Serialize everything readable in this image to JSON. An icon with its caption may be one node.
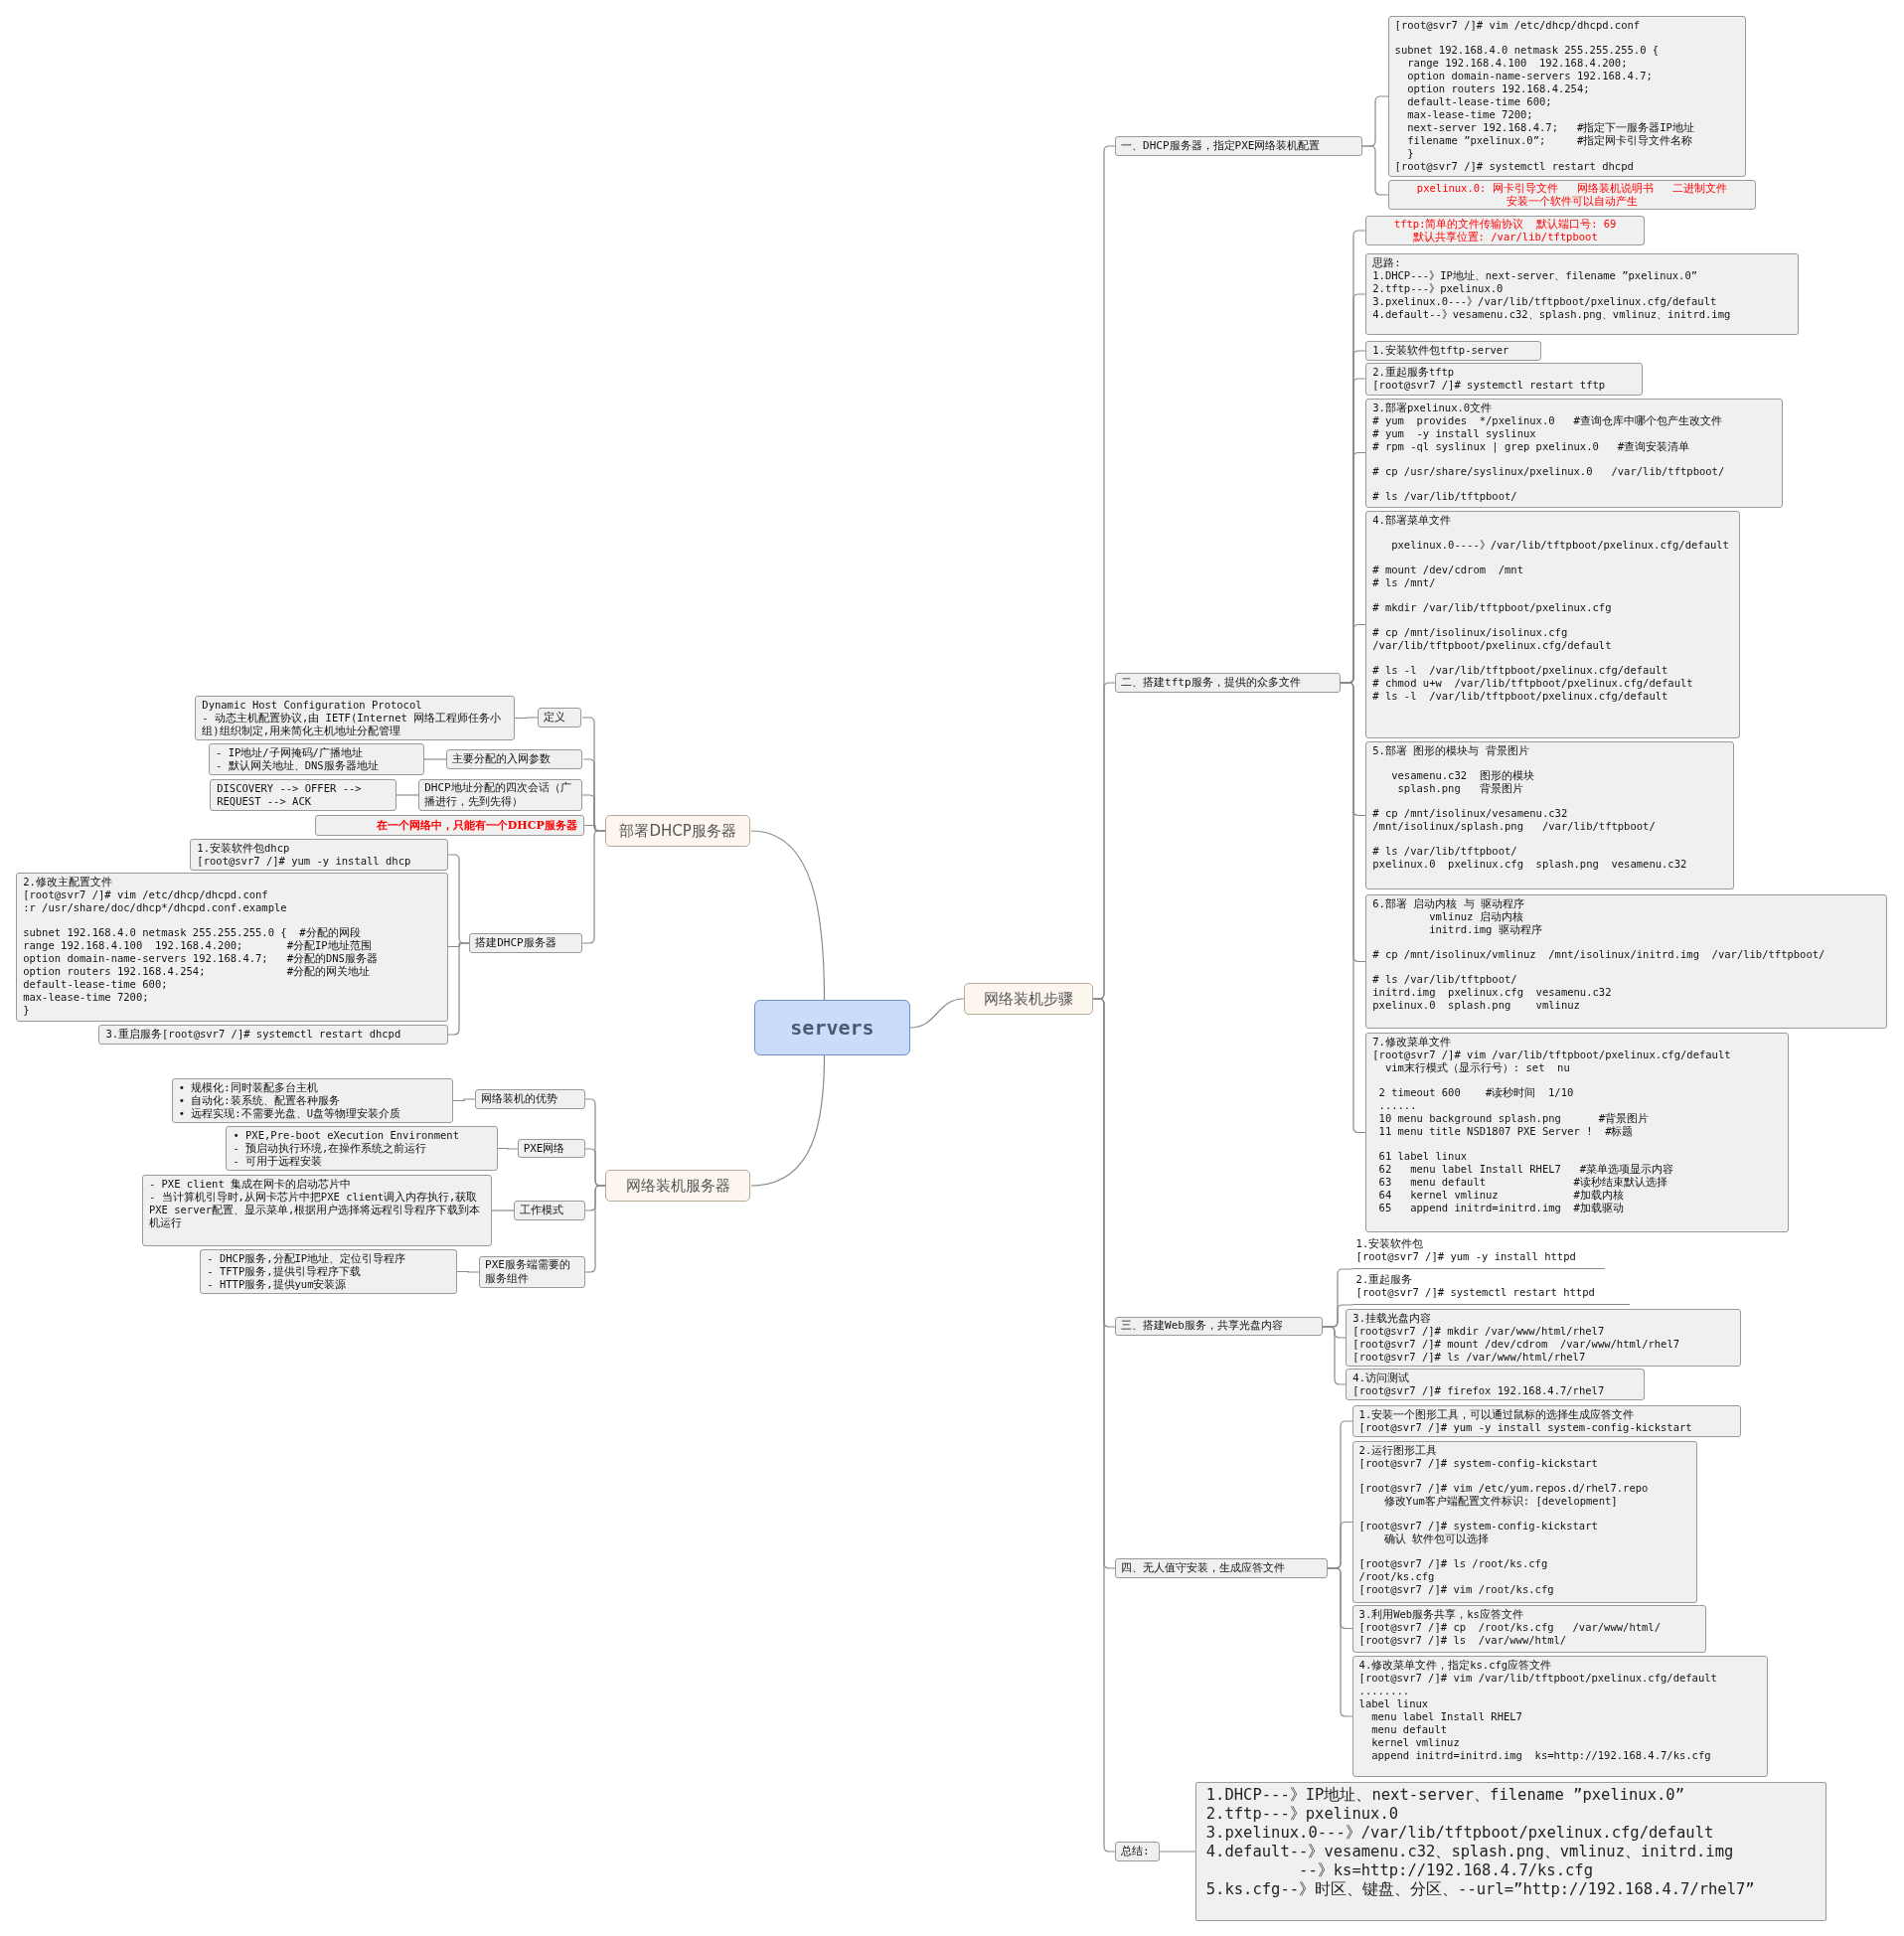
{
  "diagram": {
    "nodes": [
      {
        "text": [
          "servers"
        ]
      },
      {
        "text": [
          "部署DHCP服务器"
        ]
      },
      {
        "text": [
          "网络装机服务器"
        ]
      },
      {
        "text": [
          "网络装机步骤"
        ]
      },
      {
        "text": [
          "定义"
        ]
      },
      {
        "text": [
          "Dynamic Host Configuration Protocol",
          "- 动态主机配置协议,由 IETF(Internet 网络工程师任务小组)组织制定,用来简化主机地址分配管理"
        ]
      },
      {
        "text": [
          "主要分配的入网参数"
        ]
      },
      {
        "text": [
          "- IP地址/子网掩码/广播地址",
          "- 默认网关地址、DNS服务器地址"
        ]
      },
      {
        "text": [
          "DHCP地址分配的四次会话（广播进行，先到先得）"
        ]
      },
      {
        "text": [
          "DISCOVERY --> OFFER --> REQUEST --> ACK"
        ]
      },
      {
        "text": [
          "在一个网络中，只能有一个DHCP服务器"
        ]
      },
      {
        "text": [
          "搭建DHCP服务器"
        ]
      },
      {
        "text": [
          "1.安装软件包dhcp",
          "[root@svr7 /]# yum -y install dhcp"
        ]
      },
      {
        "text": [
          "2.修改主配置文件",
          "[root@svr7 /]# vim /etc/dhcp/dhcpd.conf",
          ":r /usr/share/doc/dhcp*/dhcpd.conf.example",
          "subnet 192.168.4.0 netmask 255.255.255.0 {  #分配的网段",
          "range 192.168.4.100  192.168.4.200;       #分配IP地址范围",
          "option domain-name-servers 192.168.4.7;   #分配的DNS服务器",
          "option routers 192.168.4.254;             #分配的网关地址",
          "default-lease-time 600;",
          "max-lease-time 7200;",
          "}"
        ]
      },
      {
        "text": [
          "3.重启服务[root@svr7 /]# systemctl restart dhcpd"
        ]
      },
      {
        "text": [
          "网络装机的优势"
        ]
      },
      {
        "text": [
          "• 规模化:同时装配多台主机",
          "• 自动化:装系统、配置各种服务",
          "• 远程实现:不需要光盘、U盘等物理安装介质"
        ]
      },
      {
        "text": [
          "PXE网络"
        ]
      },
      {
        "text": [
          "• PXE,Pre-boot eXecution Environment",
          "- 预启动执行环境,在操作系统之前运行",
          "- 可用于远程安装"
        ]
      },
      {
        "text": [
          "工作模式"
        ]
      },
      {
        "text": [
          "- PXE client 集成在网卡的启动芯片中",
          "- 当计算机引导时,从网卡芯片中把PXE client调入内存执行,获取PXE server配置、显示菜单,根据用户选择将远程引导程序下载到本机运行"
        ]
      },
      {
        "text": [
          "PXE服务端需要的服务组件"
        ]
      },
      {
        "text": [
          "- DHCP服务,分配IP地址、定位引导程序",
          "- TFTP服务,提供引导程序下载",
          "- HTTP服务,提供yum安装源"
        ]
      },
      {
        "text": [
          "一、DHCP服务器，指定PXE网络装机配置"
        ]
      },
      {
        "text": [
          "[root@svr7 /]# vim /etc/dhcp/dhcpd.conf",
          "subnet 192.168.4.0 netmask 255.255.255.0 {",
          "range 192.168.4.100  192.168.4.200;",
          "option domain-name-servers 192.168.4.7;",
          "option routers 192.168.4.254;",
          "default-lease-time 600;",
          "max-lease-time 7200;",
          "next-server 192.168.4.7;   #指定下一服务器IP地址",
          "filename ”pxelinux.0”;     #指定网卡引导文件名称",
          "}",
          "[root@svr7 /]# systemctl restart dhcpd"
        ]
      },
      {
        "text": [
          "pxelinux.0: 网卡引导文件   网络装机说明书   二进制文件",
          "安装一个软件可以自动产生"
        ]
      },
      {
        "text": [
          "二、搭建tftp服务，提供的众多文件"
        ]
      },
      {
        "text": [
          "tftp:简单的文件传输协议  默认端口号: 69",
          "默认共享位置: /var/lib/tftpboot"
        ]
      },
      {
        "text": [
          "思路:",
          "1.DHCP---》IP地址、next-server、filename ”pxelinux.0”",
          "2.tftp---》pxelinux.0",
          "3.pxelinux.0---》/var/lib/tftpboot/pxelinux.cfg/default",
          "4.default--》vesamenu.c32、splash.png、vmlinuz、initrd.img"
        ]
      },
      {
        "text": [
          "1.安装软件包tftp-server"
        ]
      },
      {
        "text": [
          "2.重起服务tftp",
          "[root@svr7 /]# systemctl restart tftp"
        ]
      },
      {
        "text": [
          "3.部署pxelinux.0文件",
          "# yum  provides  */pxelinux.0   #查询仓库中哪个包产生改文件",
          "# yum  -y install syslinux",
          "# rpm -ql syslinux | grep pxelinux.0   #查询安装清单",
          "# cp /usr/share/syslinux/pxelinux.0   /var/lib/tftpboot/",
          "# ls /var/lib/tftpboot/"
        ]
      },
      {
        "text": [
          "4.部署菜单文件",
          "pxelinux.0----》/var/lib/tftpboot/pxelinux.cfg/default",
          "# mount /dev/cdrom  /mnt",
          "# ls /mnt/",
          "# mkdir /var/lib/tftpboot/pxelinux.cfg",
          "# cp /mnt/isolinux/isolinux.cfg  /var/lib/tftpboot/pxelinux.cfg/default",
          "# ls -l  /var/lib/tftpboot/pxelinux.cfg/default",
          "# chmod u+w  /var/lib/tftpboot/pxelinux.cfg/default",
          "# ls -l  /var/lib/tftpboot/pxelinux.cfg/default"
        ]
      },
      {
        "text": [
          "5.部署 图形的模块与 背景图片",
          "vesamenu.c32  图形的模块",
          "splash.png   背景图片",
          "# cp /mnt/isolinux/vesamenu.c32  /mnt/isolinux/splash.png   /var/lib/tftpboot/",
          "# ls /var/lib/tftpboot/",
          "pxelinux.0  pxelinux.cfg  splash.png  vesamenu.c32"
        ]
      },
      {
        "text": [
          "6.部署 启动内核 与 驱动程序",
          "vmlinuz 启动内核",
          "initrd.img 驱动程序",
          "# cp /mnt/isolinux/vmlinuz  /mnt/isolinux/initrd.img  /var/lib/tftpboot/",
          "# ls /var/lib/tftpboot/",
          "initrd.img  pxelinux.cfg  vesamenu.c32",
          "pxelinux.0  splash.png    vmlinuz"
        ]
      },
      {
        "text": [
          "7.修改菜单文件",
          "[root@svr7 /]# vim /var/lib/tftpboot/pxelinux.cfg/default",
          "vim末行模式（显示行号）: set  nu",
          "2 timeout 600    #读秒时间  1/10",
          "......",
          "10 menu background splash.png      #背景图片",
          "11 menu title NSD1807 PXE Server !  #标题",
          "61 label linux",
          "62   menu label Install RHEL7   #菜单选项显示内容",
          "63   menu default              #读秒结束默认选择",
          "64   kernel vmlinuz            #加载内核",
          "65   append initrd=initrd.img  #加载驱动"
        ]
      },
      {
        "text": [
          "三、搭建Web服务，共享光盘内容"
        ]
      },
      {
        "text": [
          "1.安装软件包",
          "[root@svr7 /]# yum -y install httpd"
        ]
      },
      {
        "text": [
          "2.重起服务",
          "[root@svr7 /]# systemctl restart httpd"
        ]
      },
      {
        "text": [
          "3.挂载光盘内容",
          "[root@svr7 /]# mkdir /var/www/html/rhel7",
          "[root@svr7 /]# mount /dev/cdrom  /var/www/html/rhel7",
          "[root@svr7 /]# ls /var/www/html/rhel7"
        ]
      },
      {
        "text": [
          "4.访问测试",
          "[root@svr7 /]# firefox 192.168.4.7/rhel7"
        ]
      },
      {
        "text": [
          "四、无人值守安装，生成应答文件"
        ]
      },
      {
        "text": [
          "1.安装一个图形工具，可以通过鼠标的选择生成应答文件",
          "[root@svr7 /]# yum -y install system-config-kickstart"
        ]
      },
      {
        "text": [
          "2.运行图形工具",
          "[root@svr7 /]# system-config-kickstart",
          "[root@svr7 /]# vim /etc/yum.repos.d/rhel7.repo",
          "修改Yum客户端配置文件标识: [development]",
          "[root@svr7 /]# system-config-kickstart",
          "确认 软件包可以选择",
          "[root@svr7 /]# ls /root/ks.cfg",
          "/root/ks.cfg",
          "[root@svr7 /]# vim /root/ks.cfg"
        ]
      },
      {
        "text": [
          "3.利用Web服务共享，ks应答文件",
          "[root@svr7 /]# cp  /root/ks.cfg   /var/www/html/",
          "[root@svr7 /]# ls  /var/www/html/"
        ]
      },
      {
        "text": [
          "4.修改菜单文件，指定ks.cfg应答文件",
          "[root@svr7 /]# vim /var/lib/tftpboot/pxelinux.cfg/default",
          "........",
          "label linux",
          "menu label Install RHEL7",
          "menu default",
          "kernel vmlinuz",
          "append initrd=initrd.img  ks=http://192.168.4.7/ks.cfg"
        ]
      },
      {
        "text": [
          "总结:"
        ]
      },
      {
        "text": [
          "1.DHCP---》IP地址、next-server、filename ”pxelinux.0”",
          "2.tftp---》pxelinux.0",
          "3.pxelinux.0---》/var/lib/tftpboot/pxelinux.cfg/default",
          "4.default--》vesamenu.c32、splash.png、vmlinuz、initrd.img",
          "--》ks=http://192.168.4.7/ks.cfg",
          "5.ks.cfg--》时区、键盘、分区、--url=”http://192.168.4.7/rhel7”"
        ]
      }
    ],
    "edges": [
      {
        "from": 0,
        "to": 1,
        "arrow": "none"
      },
      {
        "from": 0,
        "to": 2,
        "arrow": "none"
      },
      {
        "from": 0,
        "to": 3,
        "arrow": "none"
      },
      {
        "from": 1,
        "to": 4,
        "arrow": "none"
      },
      {
        "from": 4,
        "to": 5,
        "arrow": "none"
      },
      {
        "from": 1,
        "to": 6,
        "arrow": "none"
      },
      {
        "from": 6,
        "to": 7,
        "arrow": "none"
      },
      {
        "from": 1,
        "to": 8,
        "arrow": "none"
      },
      {
        "from": 8,
        "to": 9,
        "arrow": "none"
      },
      {
        "from": 1,
        "to": 10,
        "arrow": "none"
      },
      {
        "from": 1,
        "to": 11,
        "arrow": "none"
      },
      {
        "from": 11,
        "to": 12,
        "arrow": "none"
      },
      {
        "from": 11,
        "to": 13,
        "arrow": "none"
      },
      {
        "from": 11,
        "to": 14,
        "arrow": "none"
      },
      {
        "from": 2,
        "to": 15,
        "arrow": "none"
      },
      {
        "from": 15,
        "to": 16,
        "arrow": "none"
      },
      {
        "from": 2,
        "to": 17,
        "arrow": "none"
      },
      {
        "from": 17,
        "to": 18,
        "arrow": "none"
      },
      {
        "from": 2,
        "to": 19,
        "arrow": "none"
      },
      {
        "from": 19,
        "to": 20,
        "arrow": "none"
      },
      {
        "from": 2,
        "to": 21,
        "arrow": "none"
      },
      {
        "from": 21,
        "to": 22,
        "arrow": "none"
      },
      {
        "from": 3,
        "to": 23,
        "arrow": "none"
      },
      {
        "from": 23,
        "to": 24,
        "arrow": "none"
      },
      {
        "from": 23,
        "to": 25,
        "arrow": "none"
      },
      {
        "from": 3,
        "to": 26,
        "arrow": "none"
      },
      {
        "from": 26,
        "to": 27,
        "arrow": "none"
      },
      {
        "from": 26,
        "to": 28,
        "arrow": "none"
      },
      {
        "from": 26,
        "to": 29,
        "arrow": "none"
      },
      {
        "from": 26,
        "to": 30,
        "arrow": "none"
      },
      {
        "from": 26,
        "to": 31,
        "arrow": "none"
      },
      {
        "from": 26,
        "to": 32,
        "arrow": "none"
      },
      {
        "from": 26,
        "to": 33,
        "arrow": "none"
      },
      {
        "from": 26,
        "to": 34,
        "arrow": "none"
      },
      {
        "from": 26,
        "to": 35,
        "arrow": "none"
      },
      {
        "from": 3,
        "to": 36,
        "arrow": "none"
      },
      {
        "from": 36,
        "to": 37,
        "arrow": "none"
      },
      {
        "from": 36,
        "to": 38,
        "arrow": "none"
      },
      {
        "from": 36,
        "to": 39,
        "arrow": "none"
      },
      {
        "from": 36,
        "to": 40,
        "arrow": "none"
      },
      {
        "from": 3,
        "to": 41,
        "arrow": "none"
      },
      {
        "from": 41,
        "to": 42,
        "arrow": "none"
      },
      {
        "from": 41,
        "to": 43,
        "arrow": "none"
      },
      {
        "from": 41,
        "to": 44,
        "arrow": "none"
      },
      {
        "from": 41,
        "to": 45,
        "arrow": "none"
      },
      {
        "from": 3,
        "to": 46,
        "arrow": "none"
      },
      {
        "from": 46,
        "to": 47,
        "arrow": "none"
      }
    ]
  }
}
